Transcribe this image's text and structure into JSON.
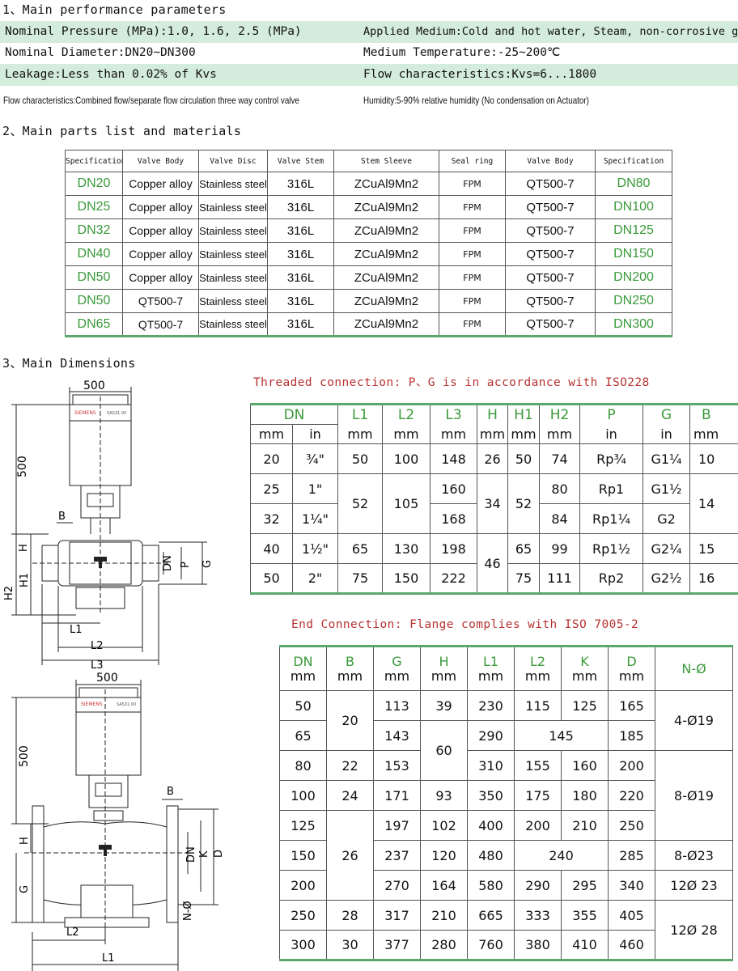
{
  "sections": {
    "s1": "1、Main performance parameters",
    "s2": "2、Main parts list and materials",
    "s3": "3、Main Dimensions"
  },
  "params": {
    "nominal_pressure": "Nominal Pressure (MPa):1.0, 1.6, 2.5 (MPa)",
    "applied_medium": "Applied Medium:Cold and hot water, Steam, non-corrosive gasz",
    "nominal_diameter": "Nominal Diameter:DN20~DN300",
    "medium_temperature": "Medium Temperature:-25~200℃",
    "leakage": "Leakage:Less than 0.02% of Kvs",
    "flow_kvs": "Flow characteristics:Kvs=6...1800",
    "flow_type": "Flow characteristics:Combined flow/separate flow circulation three way control valve",
    "humidity": "Humidity:5-90% relative humidity (No condensation on Actuator)"
  },
  "parts": {
    "headers": [
      "Specification",
      "Valve Body",
      "Valve Disc",
      "Valve Stem",
      "Stem Sleeve",
      "Seal ring",
      "Valve Body",
      "Specification"
    ],
    "rows": [
      [
        "DN20",
        "Copper alloy",
        "Stainless steel",
        "316L",
        "ZCuAl9Mn2",
        "FPM",
        "QT500-7",
        "DN80"
      ],
      [
        "DN25",
        "Copper alloy",
        "Stainless steel",
        "316L",
        "ZCuAl9Mn2",
        "FPM",
        "QT500-7",
        "DN100"
      ],
      [
        "DN32",
        "Copper alloy",
        "Stainless steel",
        "316L",
        "ZCuAl9Mn2",
        "FPM",
        "QT500-7",
        "DN125"
      ],
      [
        "DN40",
        "Copper alloy",
        "Stainless steel",
        "316L",
        "ZCuAl9Mn2",
        "FPM",
        "QT500-7",
        "DN150"
      ],
      [
        "DN50",
        "Copper alloy",
        "Stainless steel",
        "316L",
        "ZCuAl9Mn2",
        "FPM",
        "QT500-7",
        "DN200"
      ],
      [
        "DN50",
        "QT500-7",
        "Stainless steel",
        "316L",
        "ZCuAl9Mn2",
        "FPM",
        "QT500-7",
        "DN250"
      ],
      [
        "DN65",
        "QT500-7",
        "Stainless steel",
        "316L",
        "ZCuAl9Mn2",
        "FPM",
        "QT500-7",
        "DN300"
      ]
    ]
  },
  "threaded": {
    "caption": "Threaded connection: P、G is in accordance with ISO228",
    "h1": [
      "DN",
      "L1",
      "L2",
      "L3",
      "H",
      "H1",
      "H2",
      "P",
      "G",
      "B"
    ],
    "h2": [
      "mm",
      "in",
      "mm",
      "mm",
      "mm",
      "mm",
      "mm",
      "mm",
      "in",
      "in",
      "mm"
    ],
    "rows": [
      [
        "20",
        "¾\"",
        "50",
        "100",
        "148",
        "26",
        "50",
        "74",
        "Rp¾",
        "G1¼",
        "10"
      ],
      [
        "25",
        "1\"",
        "52",
        "105",
        "160",
        "34",
        "52",
        "80",
        "Rp1",
        "G1½",
        "14"
      ],
      [
        "32",
        "1¼\"",
        "168",
        "84",
        "Rp1¼",
        "G2"
      ],
      [
        "40",
        "1½\"",
        "65",
        "130",
        "198",
        "46",
        "65",
        "99",
        "Rp1½",
        "G2¼",
        "15"
      ],
      [
        "50",
        "2\"",
        "75",
        "150",
        "222",
        "75",
        "111",
        "Rp2",
        "G2½",
        "16"
      ]
    ]
  },
  "flange": {
    "caption": "End Connection: Flange complies with ISO 7005-2",
    "headers": [
      {
        "name": "DN",
        "unit": "mm"
      },
      {
        "name": "B",
        "unit": "mm"
      },
      {
        "name": "G",
        "unit": "mm"
      },
      {
        "name": "H",
        "unit": "mm"
      },
      {
        "name": "L1",
        "unit": "mm"
      },
      {
        "name": "L2",
        "unit": "mm"
      },
      {
        "name": "K",
        "unit": "mm"
      },
      {
        "name": "D",
        "unit": "mm"
      },
      {
        "name": "N-Ø",
        "unit": ""
      }
    ],
    "cells": {
      "dn": [
        "50",
        "65",
        "80",
        "100",
        "125",
        "150",
        "200",
        "250",
        "300"
      ],
      "b": [
        "20",
        "22",
        "24",
        "26",
        "28",
        "30"
      ],
      "g": [
        "113",
        "143",
        "153",
        "171",
        "197",
        "237",
        "270",
        "317",
        "377"
      ],
      "h": [
        "39",
        "60",
        "93",
        "102",
        "120",
        "164",
        "210",
        "280"
      ],
      "l1": [
        "230",
        "290",
        "310",
        "350",
        "400",
        "480",
        "580",
        "665",
        "760"
      ],
      "l2": [
        "115",
        "155",
        "175",
        "200",
        "290",
        "333",
        "380"
      ],
      "l2k_merged": [
        "145",
        "240"
      ],
      "k": [
        "125",
        "160",
        "180",
        "210",
        "295",
        "355",
        "410"
      ],
      "d": [
        "165",
        "185",
        "200",
        "220",
        "250",
        "285",
        "340",
        "405",
        "460"
      ],
      "nphi": [
        "4-Ø19",
        "8-Ø19",
        "8-Ø23",
        "12Ø 23",
        "12Ø 28"
      ]
    }
  },
  "drawings": {
    "top": {
      "width_label": "500",
      "height_label": "500",
      "brand": "SIEMENS",
      "model": "SAS31.00",
      "labels": [
        "B",
        "H",
        "H2",
        "H1",
        "DN",
        "P",
        "G",
        "L1",
        "L2",
        "L3"
      ]
    },
    "bottom": {
      "width_label": "500",
      "height_label": "500",
      "brand": "SIEMENS",
      "model": "SAS31.00",
      "labels": [
        "B",
        "H",
        "DN",
        "K",
        "D",
        "G",
        "N-Ø",
        "L2",
        "L1"
      ]
    }
  }
}
